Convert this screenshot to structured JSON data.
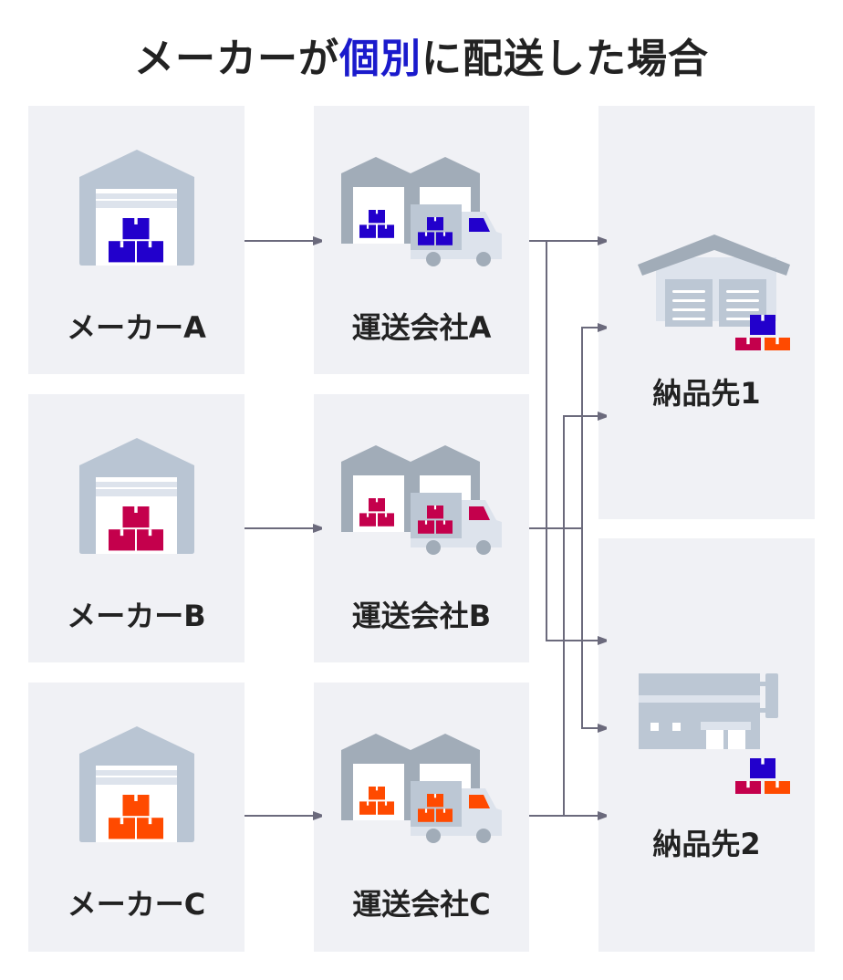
{
  "title": {
    "prefix": "メーカーが",
    "highlight": "個別",
    "suffix": "に配送した場合"
  },
  "colors": {
    "maker_a": "#2200cc",
    "maker_b": "#c4004c",
    "maker_c": "#ff4a00",
    "arrow": "#6b6a7c",
    "panel": "#f0f1f5",
    "highlight": "#1a1acc"
  },
  "makers": [
    {
      "label": "メーカーA",
      "color_key": "maker_a"
    },
    {
      "label": "メーカーB",
      "color_key": "maker_b"
    },
    {
      "label": "メーカーC",
      "color_key": "maker_c"
    }
  ],
  "carriers": [
    {
      "label": "運送会社A",
      "color_key": "maker_a"
    },
    {
      "label": "運送会社B",
      "color_key": "maker_b"
    },
    {
      "label": "運送会社C",
      "color_key": "maker_c"
    }
  ],
  "destinations": [
    {
      "label": "納品先1",
      "icon": "warehouse-icon"
    },
    {
      "label": "納品先2",
      "icon": "factory-icon"
    }
  ],
  "flows": [
    {
      "from": "メーカーA",
      "to": "運送会社A"
    },
    {
      "from": "メーカーB",
      "to": "運送会社B"
    },
    {
      "from": "メーカーC",
      "to": "運送会社C"
    },
    {
      "from": "運送会社A",
      "to": [
        "納品先1",
        "納品先2"
      ]
    },
    {
      "from": "運送会社B",
      "to": [
        "納品先1",
        "納品先2"
      ]
    },
    {
      "from": "運送会社C",
      "to": [
        "納品先1",
        "納品先2"
      ]
    }
  ]
}
